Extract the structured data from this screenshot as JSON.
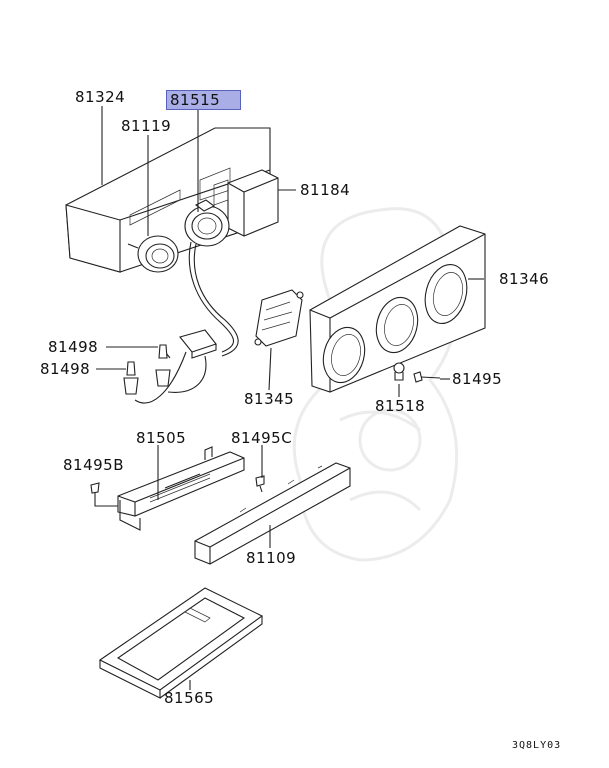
{
  "diagram": {
    "highlight_color": "#a9aee6",
    "parts": [
      {
        "id": "p81324",
        "label": "81324",
        "highlighted": false
      },
      {
        "id": "p81515",
        "label": "81515",
        "highlighted": true
      },
      {
        "id": "p81119",
        "label": "81119",
        "highlighted": false
      },
      {
        "id": "p81184",
        "label": "81184",
        "highlighted": false
      },
      {
        "id": "p81346",
        "label": "81346",
        "highlighted": false
      },
      {
        "id": "p81498a",
        "label": "81498",
        "highlighted": false
      },
      {
        "id": "p81498b",
        "label": "81498",
        "highlighted": false
      },
      {
        "id": "p81345",
        "label": "81345",
        "highlighted": false
      },
      {
        "id": "p81495",
        "label": "81495",
        "highlighted": false
      },
      {
        "id": "p81518",
        "label": "81518",
        "highlighted": false
      },
      {
        "id": "p81505",
        "label": "81505",
        "highlighted": false
      },
      {
        "id": "p81495c",
        "label": "81495C",
        "highlighted": false
      },
      {
        "id": "p81495b",
        "label": "81495B",
        "highlighted": false
      },
      {
        "id": "p81109",
        "label": "81109",
        "highlighted": false
      },
      {
        "id": "p81565",
        "label": "81565",
        "highlighted": false
      }
    ],
    "diagram_code": "3Q8LY03"
  }
}
